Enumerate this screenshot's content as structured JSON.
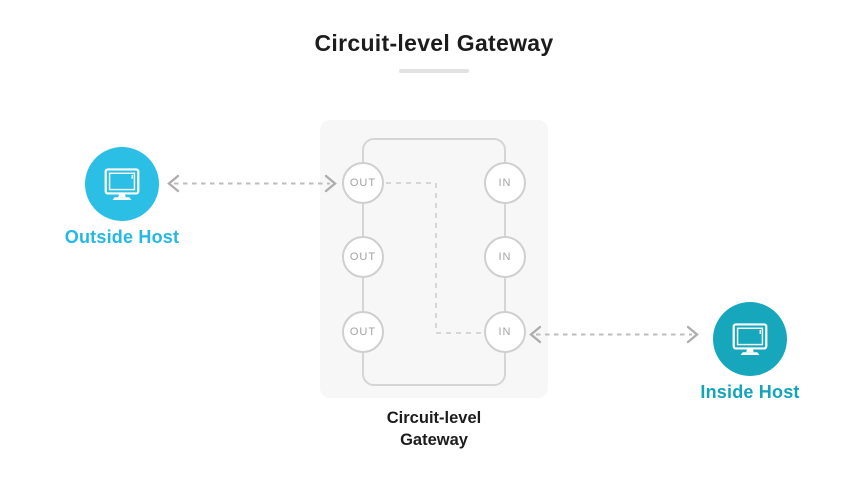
{
  "header": {
    "title": "Circuit-level Gateway"
  },
  "gateway": {
    "label": "Circuit-level Gateway",
    "ports": {
      "out": [
        "OUT",
        "OUT",
        "OUT"
      ],
      "in": [
        "IN",
        "IN",
        "IN"
      ]
    }
  },
  "hosts": {
    "outside": {
      "label": "Outside Host"
    },
    "inside": {
      "label": "Inside Host"
    }
  },
  "colors": {
    "outside_host": "#2bbfe5",
    "inside_host": "#17a7bd",
    "panel_background": "#f7f7f8",
    "rect_border": "#d5d5d5",
    "session_path": "#d6d6d6",
    "arrow": "#b3b3b3",
    "port_text": "#a3a3a3",
    "title_text": "#1c1c1c"
  }
}
